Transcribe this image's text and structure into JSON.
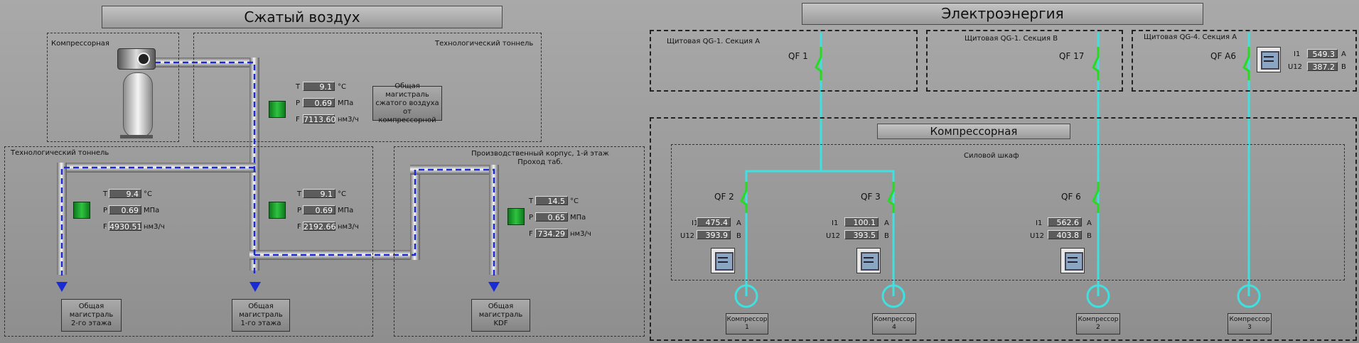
{
  "air": {
    "title": "Сжатый воздух",
    "compressor_room": "Компрессорная",
    "tunnel_top": "Технологический тоннель",
    "tunnel_left": "Технологический тоннель",
    "prod_line1": "Производственный корпус, 1-й этаж",
    "prod_line2": "Проход таб.",
    "main_label": {
      "line1": "Общая магистраль",
      "line2": "сжатого воздуха от",
      "line3": "компрессорной"
    },
    "row_labels": {
      "t": "T",
      "p": "P",
      "f": "F"
    },
    "units": {
      "t": "°C",
      "p": "МПа",
      "f": "нм3/ч"
    },
    "g_main": {
      "t": "9.1",
      "p": "0.69",
      "f": "7113.60"
    },
    "g_floor2": {
      "t": "9.4",
      "p": "0.69",
      "f": "4930.51"
    },
    "g_floor1": {
      "t": "9.1",
      "p": "0.69",
      "f": "2192.66"
    },
    "g_kdf": {
      "t": "14.5",
      "p": "0.65",
      "f": "734.29"
    },
    "dest_floor2": {
      "line1": "Общая",
      "line2": "магистраль",
      "line3": "2-го этажа"
    },
    "dest_floor1": {
      "line1": "Общая",
      "line2": "магистраль",
      "line3": "1-го этажа"
    },
    "dest_kdf": {
      "line1": "Общая",
      "line2": "магистраль",
      "line3": "KDF"
    }
  },
  "electric": {
    "title": "Электроэнергия",
    "panel_a": "Щитовая QG-1. Секция А",
    "panel_b": "Щитовая QG-1. Секция В",
    "panel_c": "Щитовая QG-4. Секция А",
    "qf1": "QF 1",
    "qf17": "QF 17",
    "qfa6": "QF А6",
    "room": "Компрессорная",
    "cabinet": "Силовой шкаф",
    "qf2": "QF 2",
    "qf3": "QF 3",
    "qf6": "QF 6",
    "labels": {
      "i1": "I1",
      "u12": "U12",
      "a": "А",
      "v": "В"
    },
    "qfa6_vals": {
      "i1": "549.3",
      "u12": "387.2"
    },
    "qf2_vals": {
      "i1": "475.4",
      "u12": "393.9"
    },
    "qf3_vals": {
      "i1": "100.1",
      "u12": "393.5"
    },
    "qf6_vals": {
      "i1": "562.6",
      "u12": "403.8"
    },
    "comp1": {
      "line1": "Компрессор",
      "line2": "1"
    },
    "comp4": {
      "line1": "Компрессор",
      "line2": "4"
    },
    "comp2": {
      "line1": "Компрессор",
      "line2": "2"
    },
    "comp3": {
      "line1": "Компрессор",
      "line2": "3"
    },
    "colors": {
      "bus": "#3fe0e0",
      "switch": "#22dd22",
      "flow": "#1a2bd6",
      "valve": "#19a32a"
    }
  }
}
